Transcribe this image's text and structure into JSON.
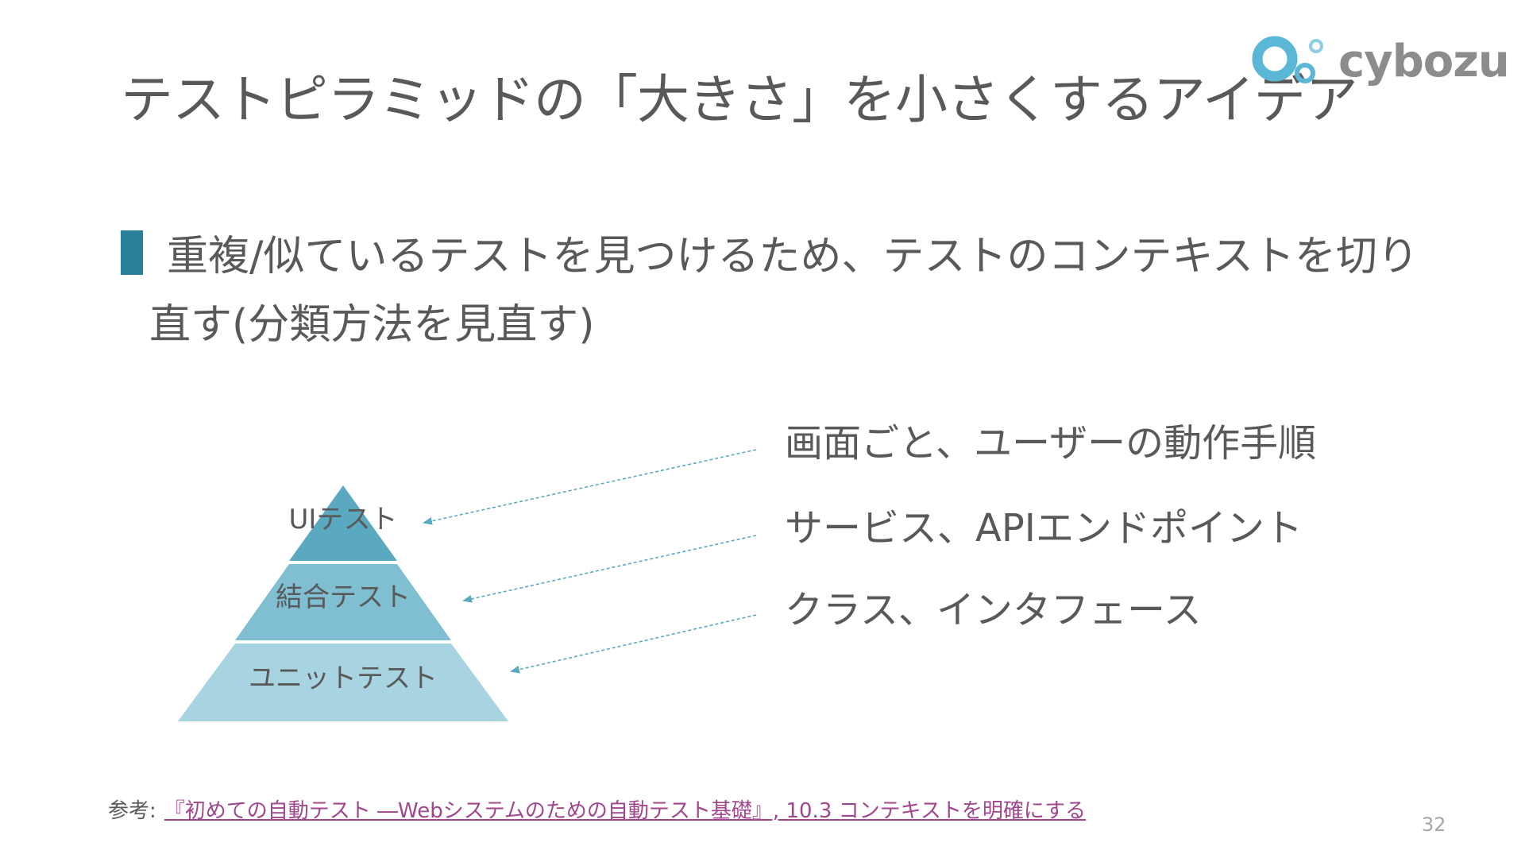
{
  "slide": {
    "title": "テストピラミッドの「大きさ」を小さくするアイデア",
    "logo_text": "cybozu",
    "bullet": "重複/似ているテストを見つけるため、テストのコンテキストを切り直す(分類方法を見直す)",
    "pyramid": {
      "tiers": [
        {
          "label": "UIテスト",
          "color": "#5aa9c0"
        },
        {
          "label": "結合テスト",
          "color": "#7fbfd1"
        },
        {
          "label": "ユニットテスト",
          "color": "#a8d4e2"
        }
      ]
    },
    "descriptions": [
      "画面ごと、ユーザーの動作手順",
      "サービス、APIエンドポイント",
      "クラス、インタフェース"
    ],
    "reference": {
      "prefix": "参考:",
      "link_text": "『初めての自動テスト ―Webシステムのための自動テスト基礎』, 10.3 コンテキストを明確にする"
    },
    "page_number": "32"
  },
  "colors": {
    "accent": "#2a8099",
    "text": "#595959",
    "link": "#a0468c",
    "arrow": "#5aa9c0"
  }
}
